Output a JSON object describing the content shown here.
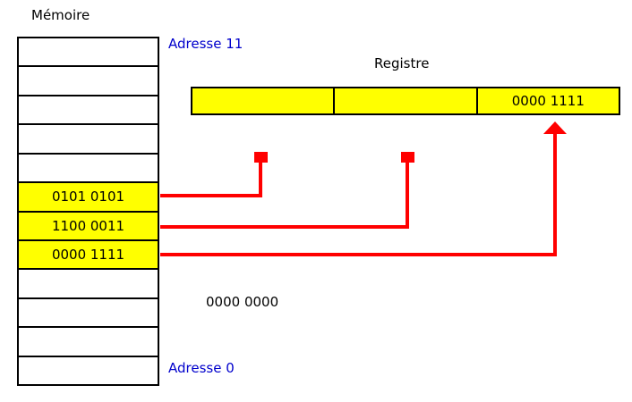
{
  "diagram": {
    "memory": {
      "title": "Mémoire",
      "address_top": "Adresse 11",
      "address_bottom": "Adresse 0",
      "cells": [
        {
          "value": "",
          "highlighted": false
        },
        {
          "value": "",
          "highlighted": false
        },
        {
          "value": "",
          "highlighted": false
        },
        {
          "value": "",
          "highlighted": false
        },
        {
          "value": "",
          "highlighted": false
        },
        {
          "value": "0101 0101",
          "highlighted": true
        },
        {
          "value": "1100 0011",
          "highlighted": true
        },
        {
          "value": "0000 1111",
          "highlighted": true
        },
        {
          "value": "",
          "highlighted": false
        },
        {
          "value": "",
          "highlighted": false
        },
        {
          "value": "",
          "highlighted": false
        },
        {
          "value": "",
          "highlighted": false
        }
      ]
    },
    "register": {
      "title": "Registre",
      "cells": [
        {
          "value": ""
        },
        {
          "value": ""
        },
        {
          "value": "0000 1111"
        }
      ]
    },
    "annotation": "0000 0000",
    "colors": {
      "highlight": "#FFFF00",
      "connector": "#FF0000",
      "address_text": "#0000CC"
    }
  }
}
